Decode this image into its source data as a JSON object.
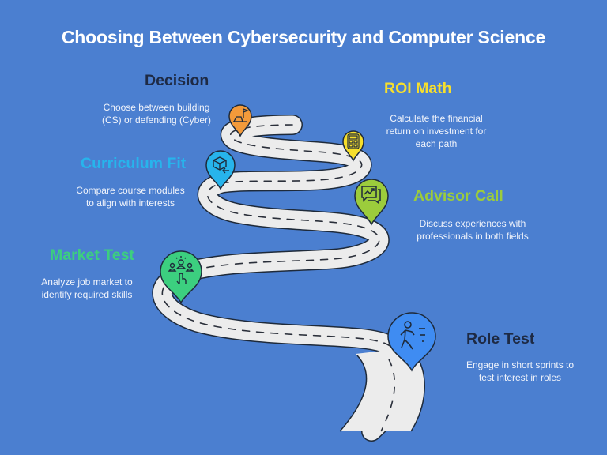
{
  "title": "Choosing Between Cybersecurity and Computer Science",
  "colors": {
    "background": "#4b7fd0",
    "road": "#ececec",
    "outline": "#1e2a3a",
    "decision": "#f39a3a",
    "roi_math": "#f6df2c",
    "curriculum_fit": "#27b4ec",
    "advisor_call": "#9ccc3c",
    "market_test": "#3ccf7f",
    "role_test": "#3f8cf2"
  },
  "steps": [
    {
      "id": "decision",
      "title": "Decision",
      "description": [
        "Choose between building",
        "(CS) or defending (Cyber)"
      ],
      "icon": "flag-construction-icon",
      "color": "#f39a3a",
      "title_color": "#1e2a44"
    },
    {
      "id": "roi_math",
      "title": "ROI Math",
      "description": [
        "Calculate the financial",
        "return on investment for",
        "each path"
      ],
      "icon": "calculator-icon",
      "color": "#f6df2c",
      "title_color": "#f6df2c"
    },
    {
      "id": "curriculum_fit",
      "title": "Curriculum Fit",
      "description": [
        "Compare course modules",
        "to align with interests"
      ],
      "icon": "box-arrow-icon",
      "color": "#27b4ec",
      "title_color": "#27b4ec"
    },
    {
      "id": "advisor_call",
      "title": "Advisor Call",
      "description": [
        "Discuss experiences with",
        "professionals in both fields"
      ],
      "icon": "chat-trend-icon",
      "color": "#9ccc3c",
      "title_color": "#9ccc3c"
    },
    {
      "id": "market_test",
      "title": "Market Test",
      "description": [
        "Analyze job market to",
        "identify required skills"
      ],
      "icon": "people-pointer-icon",
      "color": "#3ccf7f",
      "title_color": "#3ccf7f"
    },
    {
      "id": "role_test",
      "title": "Role Test",
      "description": [
        "Engage in short sprints to",
        "test interest in roles"
      ],
      "icon": "running-person-icon",
      "color": "#3f8cf2",
      "title_color": "#1e2a44"
    }
  ]
}
